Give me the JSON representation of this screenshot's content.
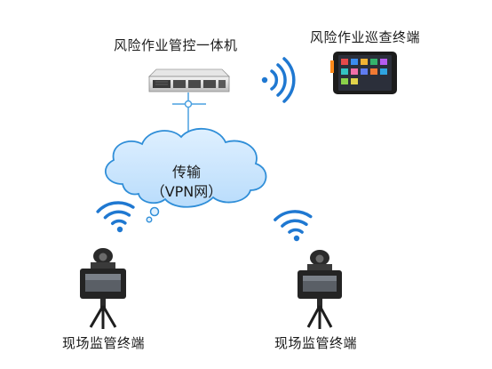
{
  "labels": {
    "server": "风险作业管控一体机",
    "tablet": "风险作业巡查终端",
    "transport": "传输",
    "vpn": "（VPN网）",
    "terminal_left": "现场监管终端",
    "terminal_right": "现场监管终端"
  },
  "colors": {
    "cloud_fill": "#c7e4ff",
    "cloud_stroke": "#2f8ed8",
    "signal_blue": "#1f78d1",
    "link_line": "#4aa0e0"
  },
  "icons": {
    "server": "rack-server-icon",
    "tablet": "tablet-icon",
    "camera": "ptz-camera-icon",
    "wifi": "wireless-signal-icon"
  }
}
